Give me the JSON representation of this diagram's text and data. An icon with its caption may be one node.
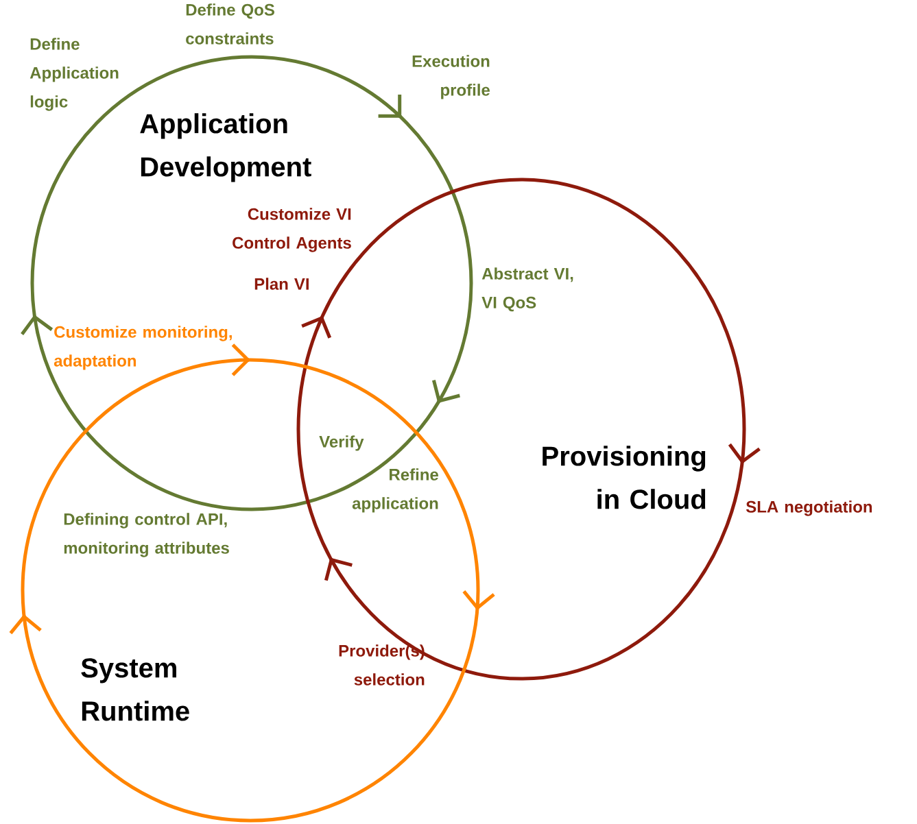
{
  "diagram": {
    "nodes": [
      {
        "text": [
          "Application Development"
        ]
      },
      {
        "text": [
          "Provisioning in Cloud"
        ]
      },
      {
        "text": [
          "System Runtime"
        ]
      }
    ],
    "labels": [
      "Define Application logic",
      "Define QoS constraints",
      "Execution profile",
      "Customize VI Control Agents",
      "Plan VI",
      "Abstract VI, VI QoS",
      "Customize monitoring, adaptation",
      "Verify",
      "Refine application",
      "Defining control API, monitoring attributes",
      "SLA negotiation",
      "Provider(s) selection"
    ]
  }
}
